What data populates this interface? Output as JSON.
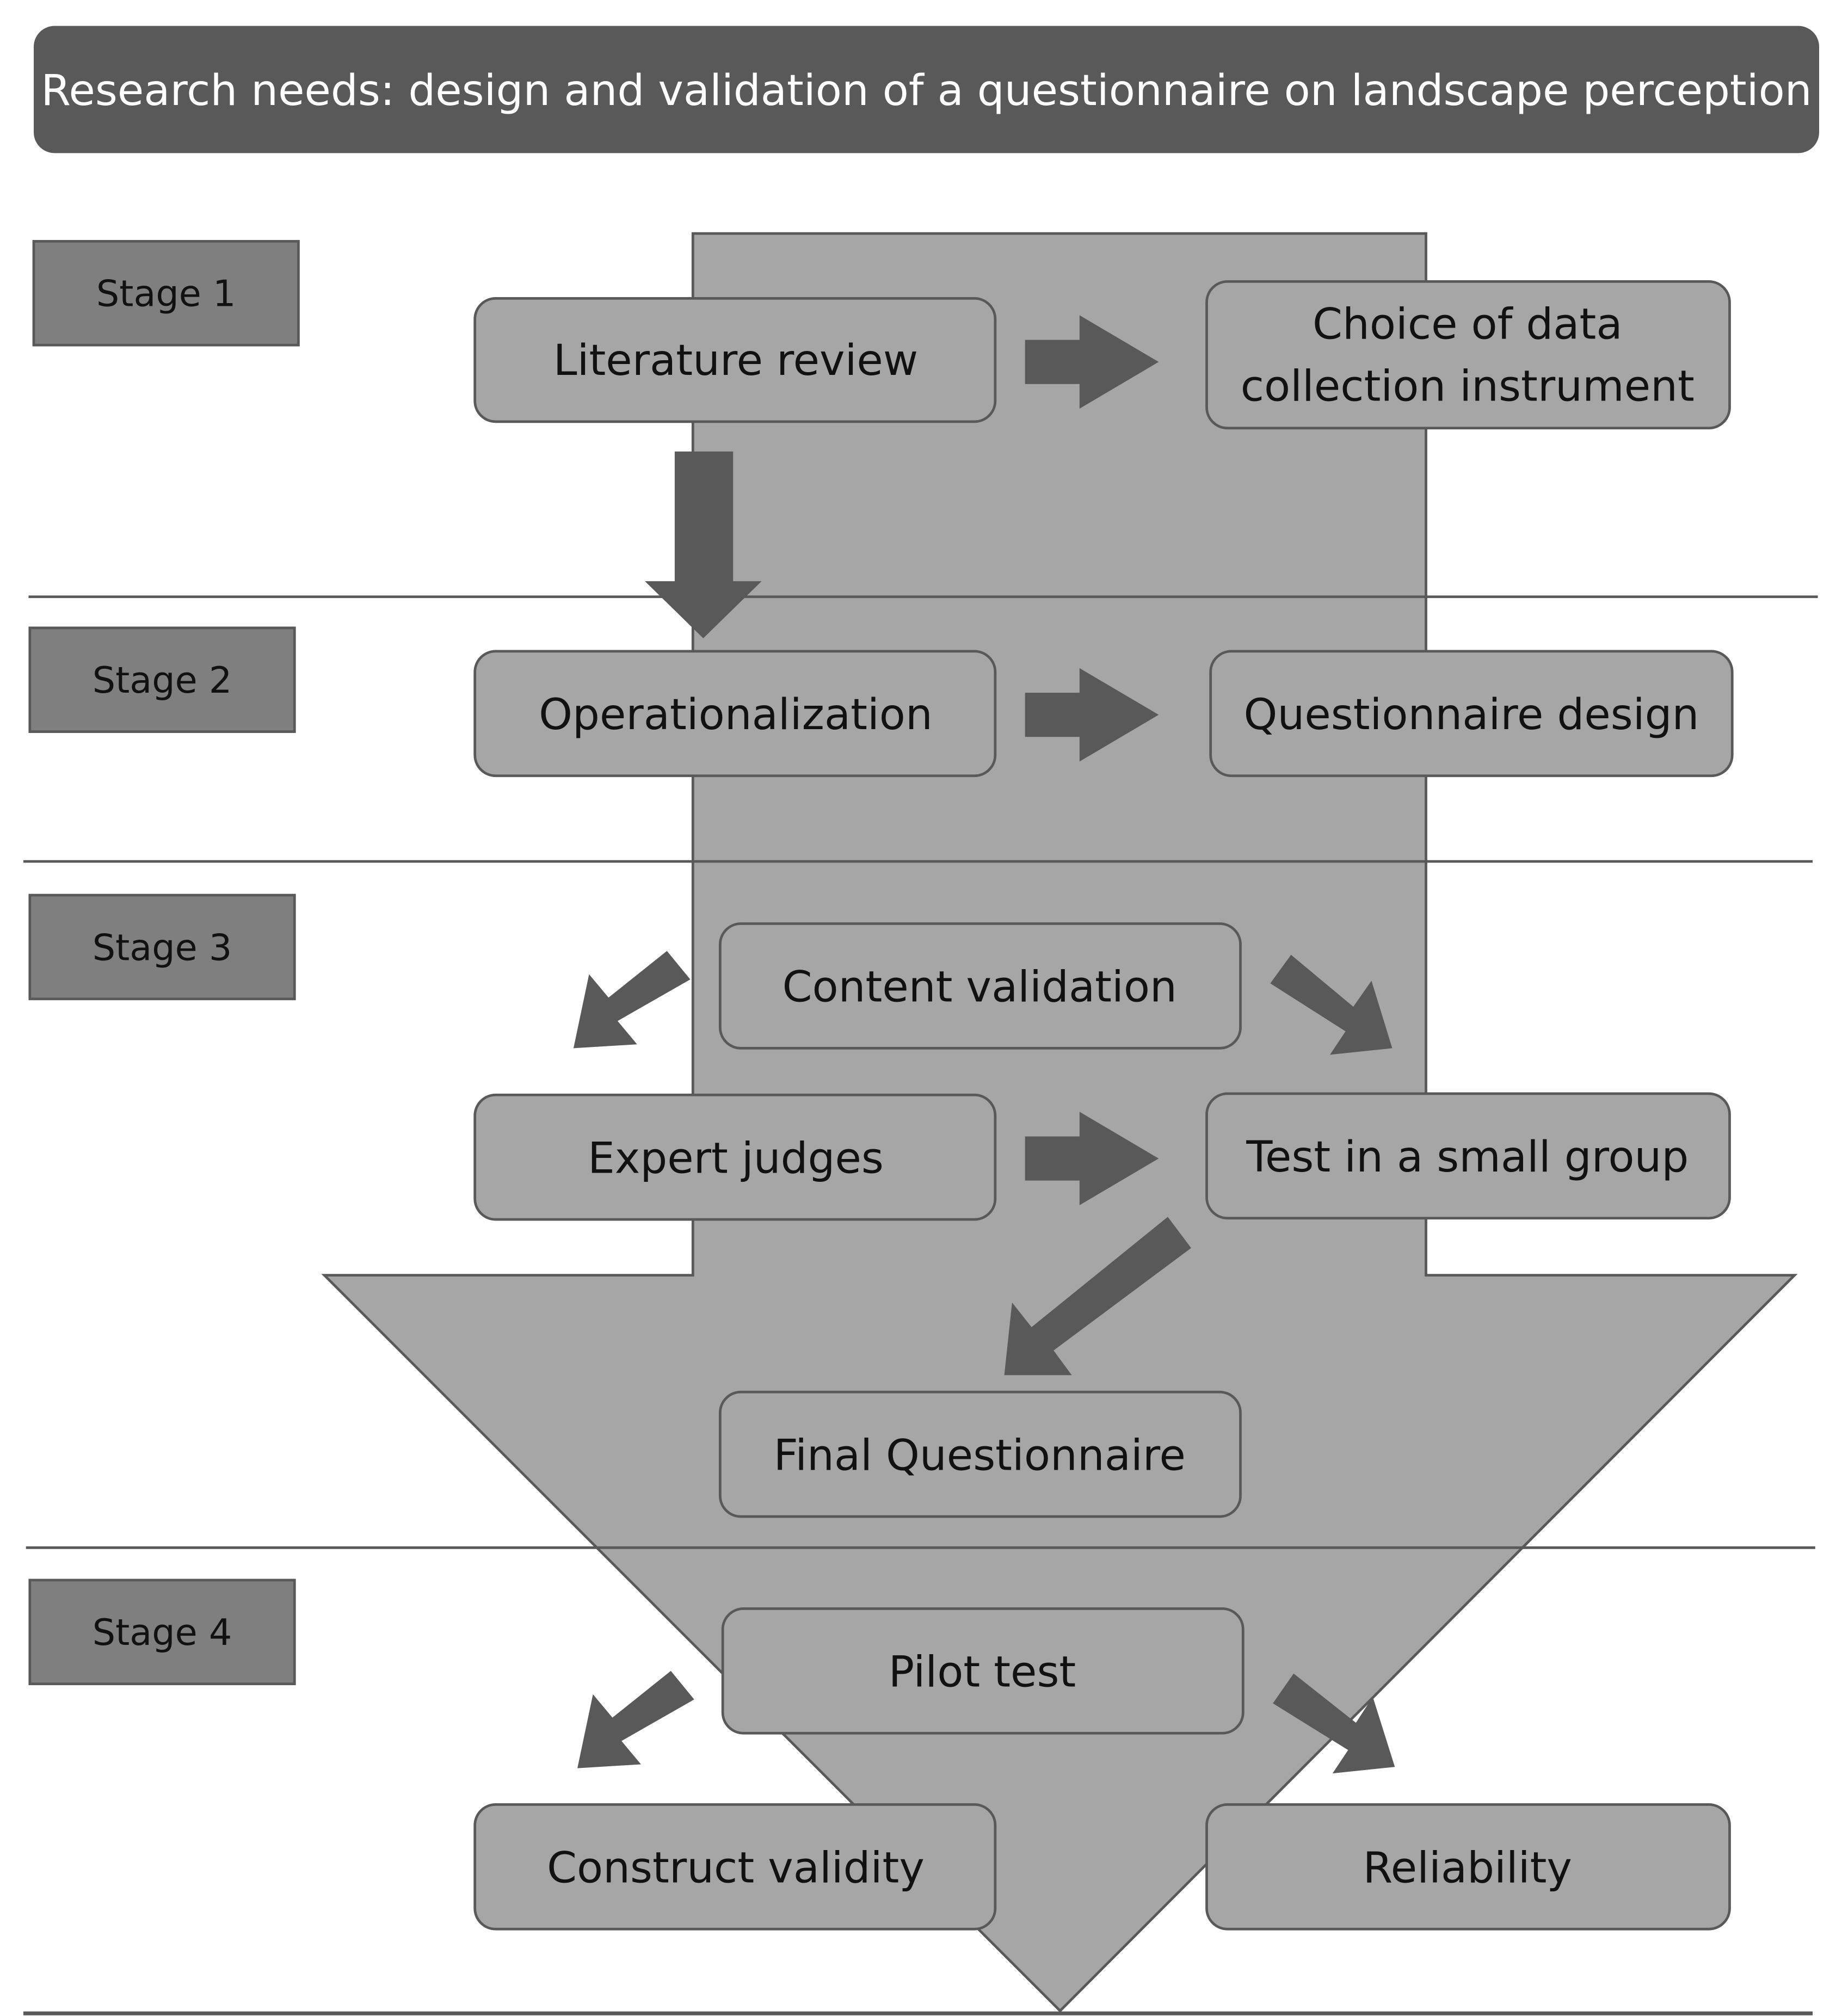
{
  "title": "Research needs: design and validation of a questionnaire on landscape perception",
  "stages": {
    "stage1": "Stage 1",
    "stage2": "Stage 2",
    "stage3": "Stage 3",
    "stage4": "Stage 4"
  },
  "boxes": {
    "literature_review": "Literature review",
    "choice_line1": "Choice of data",
    "choice_line2": "collection instrument",
    "operationalization": "Operationalization",
    "questionnaire_design": "Questionnaire design",
    "content_validation": "Content validation",
    "expert_judges": "Expert judges",
    "test_small_group": "Test in a small group",
    "final_questionnaire": "Final Questionnaire",
    "pilot_test": "Pilot test",
    "construct_validity": "Construct validity",
    "reliability": "Reliability"
  },
  "colors": {
    "dark_gray": "#595959",
    "mid_gray": "#7f7f7f",
    "light_gray": "#a6a6a6",
    "outline": "#595959"
  }
}
